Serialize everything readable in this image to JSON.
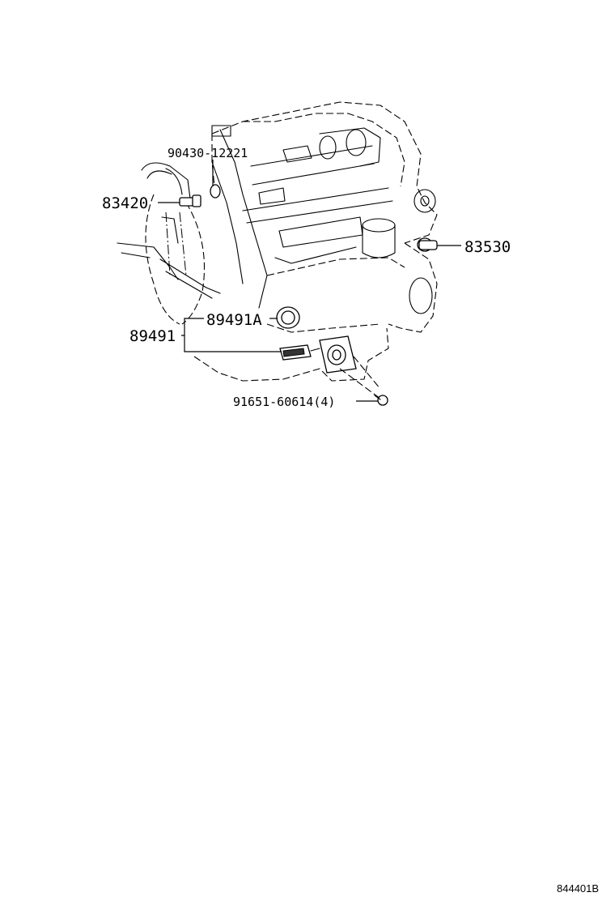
{
  "labels": {
    "p90430": "90430-12221",
    "p83420": "83420",
    "p83530": "83530",
    "p89491A": "89491A",
    "p89491": "89491",
    "p91651": "91651-60614(4)"
  },
  "diagram_id": "844401B"
}
